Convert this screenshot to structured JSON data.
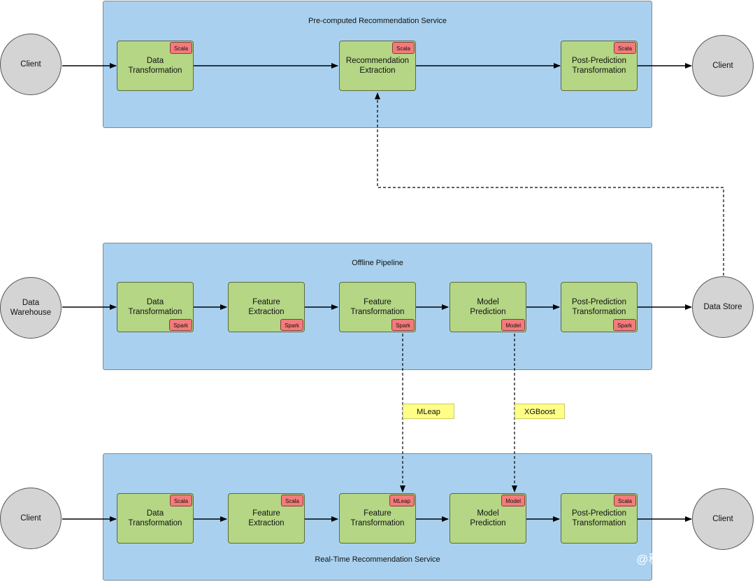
{
  "panels": {
    "precomputed": {
      "title": "Pre-computed Recommendation Service"
    },
    "offline": {
      "title": "Offline Pipeline"
    },
    "realtime": {
      "title": "Real-Time Recommendation Service"
    }
  },
  "nodes": {
    "client_top_left": "Client",
    "client_top_right": "Client",
    "data_warehouse": "Data\nWarehouse",
    "data_store": "Data Store",
    "client_bottom_left": "Client",
    "client_bottom_right": "Client"
  },
  "precomputed_steps": [
    {
      "label": "Data\nTransformation",
      "tag": "Scala"
    },
    {
      "label": "Recommendation\nExtraction",
      "tag": "Scala"
    },
    {
      "label": "Post-Prediction\nTransformation",
      "tag": "Scala"
    }
  ],
  "offline_steps": [
    {
      "label": "Data\nTransformation",
      "tag": "Spark"
    },
    {
      "label": "Feature\nExtraction",
      "tag": "Spark"
    },
    {
      "label": "Feature\nTransformation",
      "tag": "Spark"
    },
    {
      "label": "Model\nPrediction",
      "tag": "Model"
    },
    {
      "label": "Post-Prediction\nTransformation",
      "tag": "Spark"
    }
  ],
  "realtime_steps": [
    {
      "label": "Data\nTransformation",
      "tag": "Scala"
    },
    {
      "label": "Feature\nExtraction",
      "tag": "Scala"
    },
    {
      "label": "Feature\nTransformation",
      "tag": "MLeap"
    },
    {
      "label": "Model\nPrediction",
      "tag": "Model"
    },
    {
      "label": "Post-Prediction\nTransformation",
      "tag": "Scala"
    }
  ],
  "notes": {
    "mleap": "MLeap",
    "xgboost": "XGBoost"
  },
  "watermark": "@稀土掘金技术社区"
}
